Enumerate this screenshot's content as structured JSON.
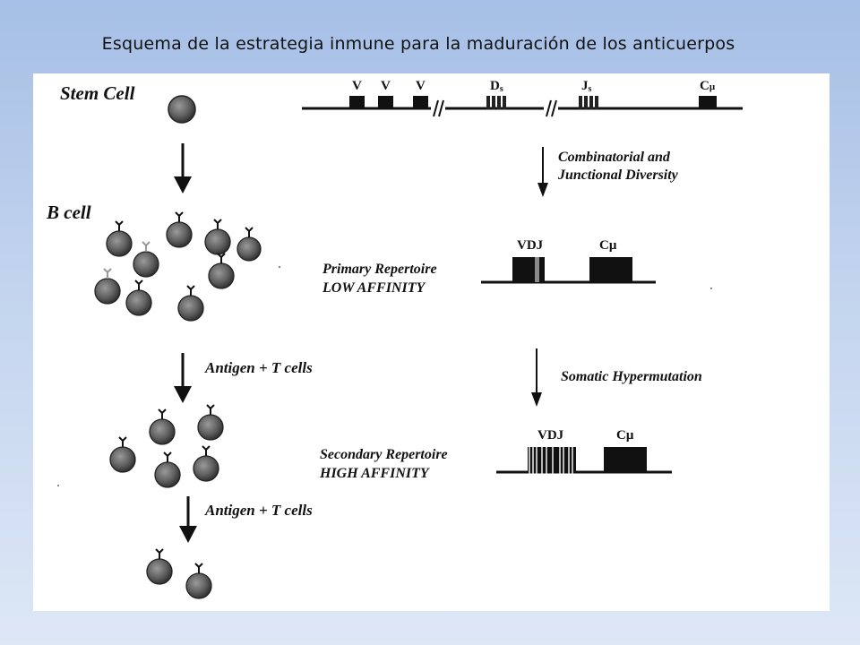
{
  "slide": {
    "title": "Esquema de la estrategia inmune para la maduración de los anticuerpos"
  },
  "diagram": {
    "left_column": {
      "stem_cell_label": "Stem Cell",
      "b_cell_label": "B cell",
      "antigen_step_1": "Antigen + T cells",
      "antigen_step_2": "Antigen + T cells"
    },
    "germline": {
      "v1": "V",
      "v2": "V",
      "v3": "V",
      "d": "D",
      "d_sub": "s",
      "j": "J",
      "j_sub": "s",
      "c": "C",
      "c_sub": "μ"
    },
    "combinatorial": {
      "line1": "Combinatorial and",
      "line2": "Junctional Diversity"
    },
    "primary": {
      "title": "Primary Repertoire",
      "affinity": "LOW AFFINITY",
      "vdj": "VDJ",
      "c": "Cμ"
    },
    "hypermutation": "Somatic Hypermutation",
    "secondary": {
      "title": "Secondary Repertoire",
      "affinity": "HIGH AFFINITY",
      "vdj": "VDJ",
      "c": "Cμ"
    },
    "colors": {
      "cell_fill": "#6f6f6f",
      "ink": "#111111"
    }
  }
}
